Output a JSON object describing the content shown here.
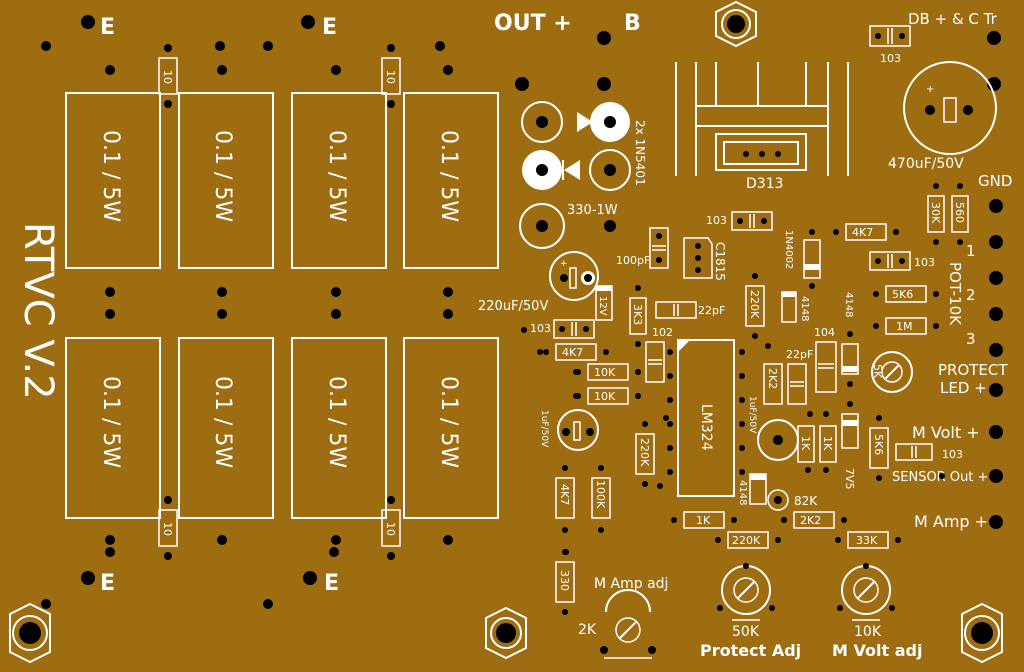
{
  "board": {
    "title": "RTVC V.2",
    "colors": {
      "board": "#9e6d12",
      "silk": "#ffffff",
      "pad": "#000000"
    }
  },
  "connectors": {
    "e": "E",
    "out_plus": "OUT +",
    "b": "B",
    "db_ctr": "DB + & C Tr",
    "gnd": "GND",
    "pot_1": "1",
    "pot_2": "2",
    "pot_3": "3",
    "pot_name": "POT-10K",
    "protect_led_line1": "PROTECT",
    "protect_led_line2": "LED +",
    "m_volt": "M Volt +",
    "sensor_out": "SENSOR Out +",
    "m_amp": "M Amp +"
  },
  "resistors_power": {
    "value": "0.1 / 5W",
    "small_value": "10"
  },
  "components": {
    "diodes_note": "2x 1N5401",
    "r_330_1w": "330-1W",
    "transistor": "D313",
    "cap_470": "470uF/50V",
    "cap_103": "103",
    "r_30k": "30K",
    "r_560": "560",
    "r_4k7": "4K7",
    "r_5k6": "5K6",
    "r_1m": "1M",
    "r_220k": "220K",
    "r_10k": "10K",
    "r_3k3": "3K3",
    "r_2k2": "2K2",
    "r_1k": "1K",
    "r_33k": "33K",
    "r_82k": "82K",
    "r_100k": "100K",
    "r_330": "330",
    "c1815": "C1815",
    "n4002": "1N4002",
    "d4148": "4148",
    "cap_100pf": "100pF",
    "cap_22pf": "22pF",
    "cap_220uf": "220uF/50V",
    "cap_102": "102",
    "cap_104": "104",
    "cap_1uf": "1uF/50V",
    "zener_12v": "12V",
    "zener_7v5": "7V5",
    "ic": "LM324",
    "pot_5k": "5K",
    "pot_2k": "2K"
  },
  "adjust": {
    "m_amp_adj": "M Amp adj",
    "protect_value": "50K",
    "protect_adj": "Protect Adj",
    "m_volt_value": "10K",
    "m_volt_adj": "M Volt adj"
  }
}
